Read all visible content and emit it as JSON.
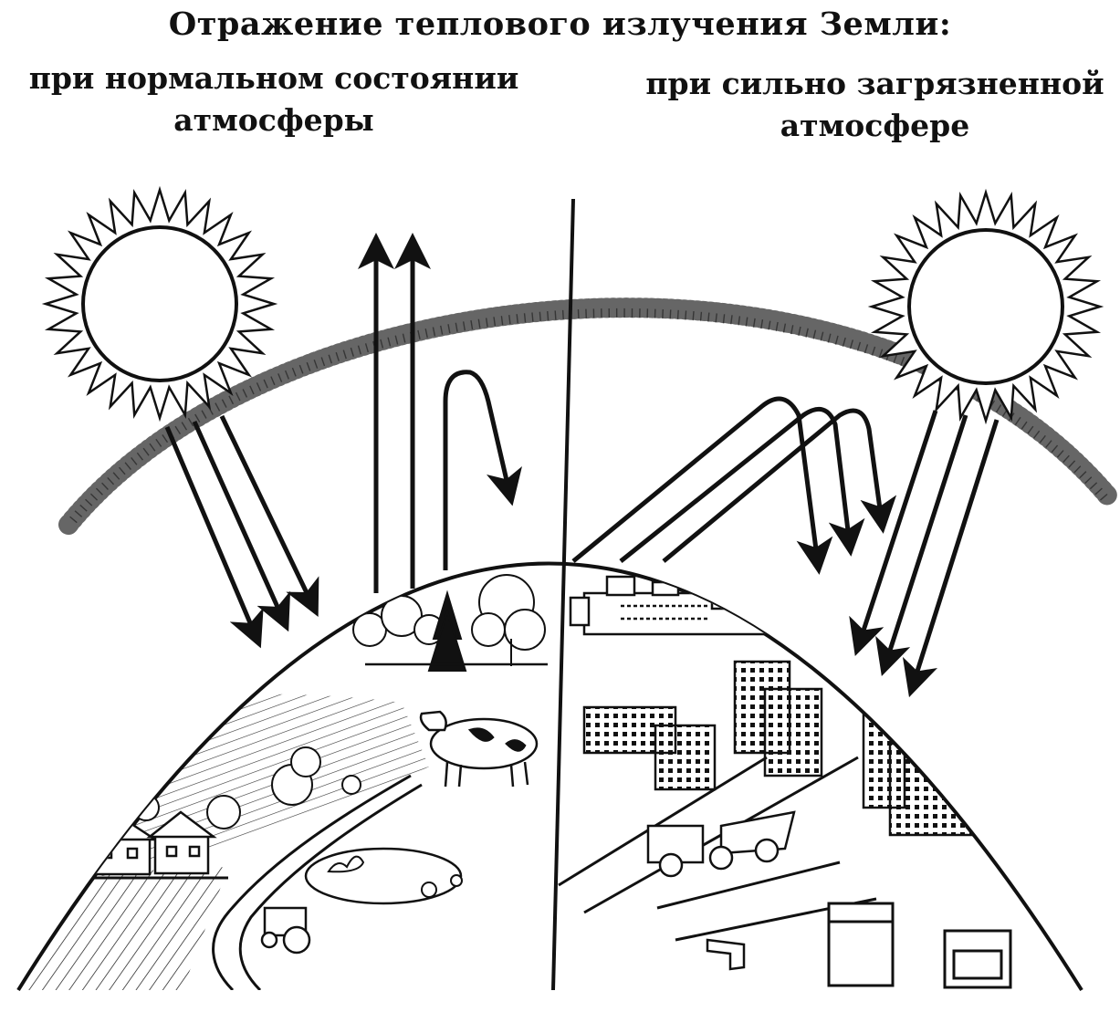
{
  "title": "Отражение теплового излучения Земли:",
  "left_caption": {
    "line1": "при нормальном состоянии",
    "line2": "атмосферы"
  },
  "right_caption": {
    "line1": "при сильно загрязненной",
    "line2": "атмосфере"
  },
  "colors": {
    "ink": "#111111",
    "background": "#ffffff"
  }
}
